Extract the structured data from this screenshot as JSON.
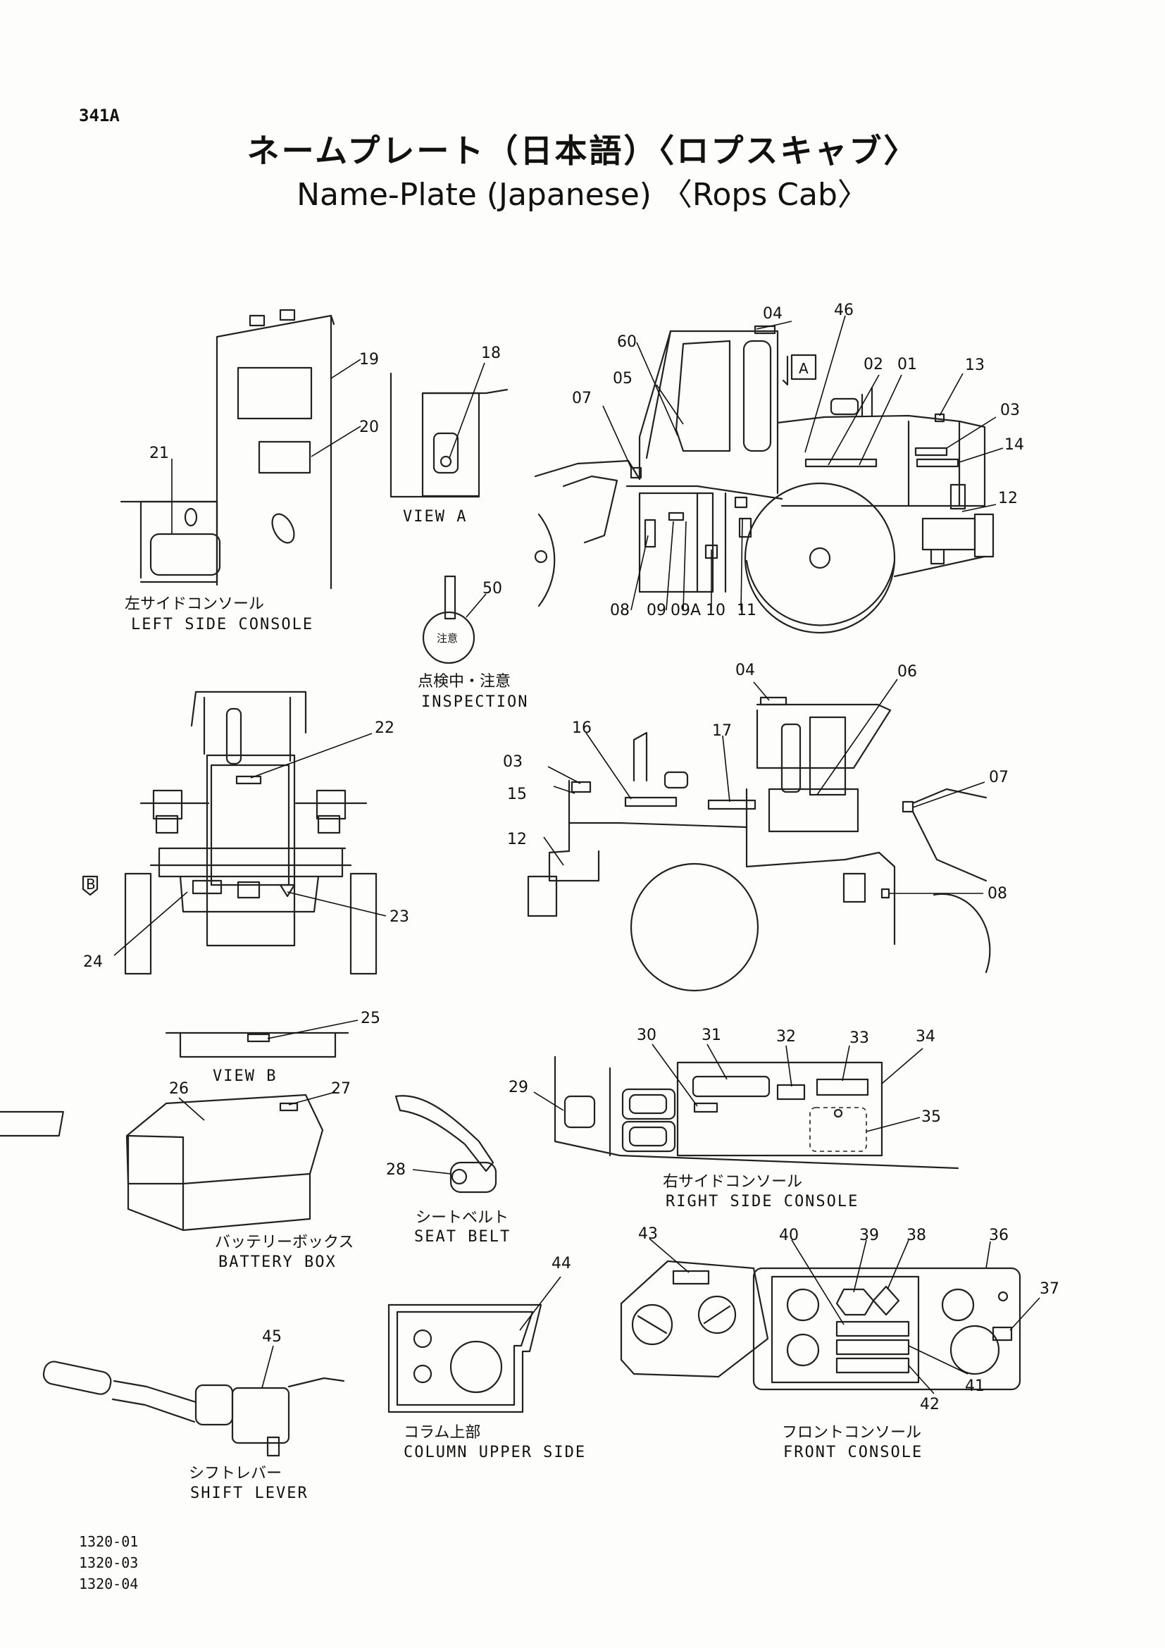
{
  "header": {
    "page_code": "341A",
    "title_jp": "ネームプレート（日本語）〈ロプスキャブ〉",
    "title_en": "Name-Plate (Japanese) 〈Rops Cab〉"
  },
  "views": {
    "left_side_console": {
      "jp": "左サイドコンソール",
      "en": "LEFT SIDE CONSOLE"
    },
    "view_a": {
      "en": "VIEW A"
    },
    "inspection": {
      "jp": "点検中・注意",
      "en": "INSPECTION",
      "plate_text": "注意"
    },
    "view_b": {
      "en": "VIEW B"
    },
    "battery_box": {
      "jp": "バッテリーボックス",
      "en": "BATTERY BOX"
    },
    "seat_belt": {
      "jp": "シートベルト",
      "en": "SEAT BELT"
    },
    "right_side_console": {
      "jp": "右サイドコンソール",
      "en": "RIGHT SIDE CONSOLE"
    },
    "column_upper_side": {
      "jp": "コラム上部",
      "en": "COLUMN UPPER SIDE"
    },
    "front_console": {
      "jp": "フロントコンソール",
      "en": "FRONT CONSOLE"
    },
    "shift_lever": {
      "jp": "シフトレバー",
      "en": "SHIFT LEVER"
    }
  },
  "view_markers": {
    "a": "A",
    "b": "B"
  },
  "callouts": {
    "n01": "01",
    "n02": "02",
    "n03": "03",
    "n04": "04",
    "n05": "05",
    "n06": "06",
    "n07": "07",
    "n08": "08",
    "n09": "09",
    "n09a": "09A",
    "n10": "10",
    "n11": "11",
    "n12": "12",
    "n13": "13",
    "n14": "14",
    "n15": "15",
    "n16": "16",
    "n17": "17",
    "n18": "18",
    "n19": "19",
    "n20": "20",
    "n21": "21",
    "n22": "22",
    "n23": "23",
    "n24": "24",
    "n25": "25",
    "n26": "26",
    "n27": "27",
    "n28": "28",
    "n29": "29",
    "n30": "30",
    "n31": "31",
    "n32": "32",
    "n33": "33",
    "n34": "34",
    "n35": "35",
    "n36": "36",
    "n37": "37",
    "n38": "38",
    "n39": "39",
    "n40": "40",
    "n41": "41",
    "n42": "42",
    "n43": "43",
    "n44": "44",
    "n45": "45",
    "n46": "46",
    "n50": "50",
    "n60": "60"
  },
  "doc_refs": [
    "1320-01",
    "1320-03",
    "1320-04"
  ]
}
